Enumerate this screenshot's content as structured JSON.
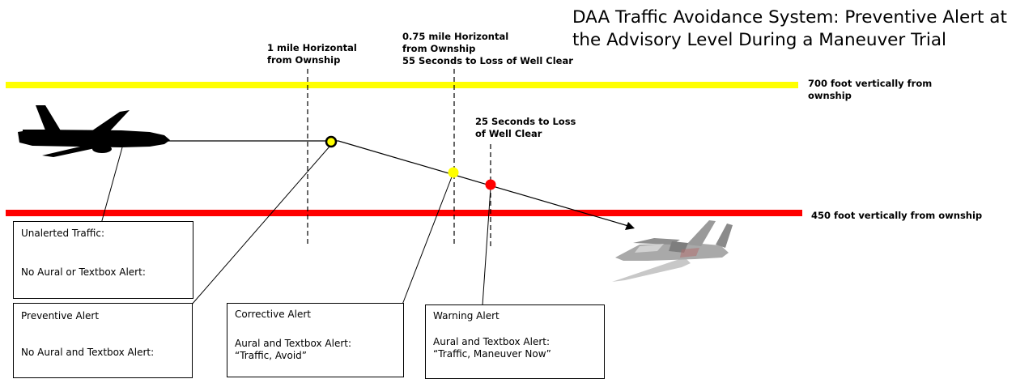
{
  "title": "DAA Traffic Avoidance System: Preventive Alert at the Advisory Level During a Maneuver Trial",
  "labels": {
    "one_mile": "1 mile Horizontal\nfrom Ownship",
    "point75_mile": "0.75 mile Horizontal\nfrom Ownship\n55 Seconds to Loss of Well Clear",
    "twentyfive_sec": "25 Seconds to Loss\nof Well Clear",
    "upper_line": "700 foot vertically from\nownship",
    "lower_line": "450 foot vertically from ownship"
  },
  "boxes": {
    "unalerted": {
      "title": "Unalerted Traffic:",
      "desc": "No Aural or Textbox Alert:"
    },
    "preventive": {
      "title": "Preventive Alert",
      "desc": "No Aural and Textbox Alert:"
    },
    "corrective": {
      "title": "Corrective Alert",
      "desc": "Aural and Textbox Alert:\n“Traffic, Avoid”"
    },
    "warning": {
      "title": "Warning Alert",
      "desc": "Aural and Textbox Alert:\n“Traffic, Maneuver Now”"
    }
  },
  "colors": {
    "upper_line": "#ffff00",
    "lower_line": "#ff0000",
    "preventive_dot": "#ffff00",
    "corrective_dot": "#ffff00",
    "warning_dot": "#ff0000"
  },
  "icons": {
    "unalerted": "hollow-chevron-icon",
    "preventive": "filled-chevron-icon",
    "corrective": "yellow-circle-chevron-icon",
    "warning": "red-square-chevron-icon",
    "intruder": "airliner-silhouette-icon",
    "ownship": "uav-drone-icon"
  }
}
